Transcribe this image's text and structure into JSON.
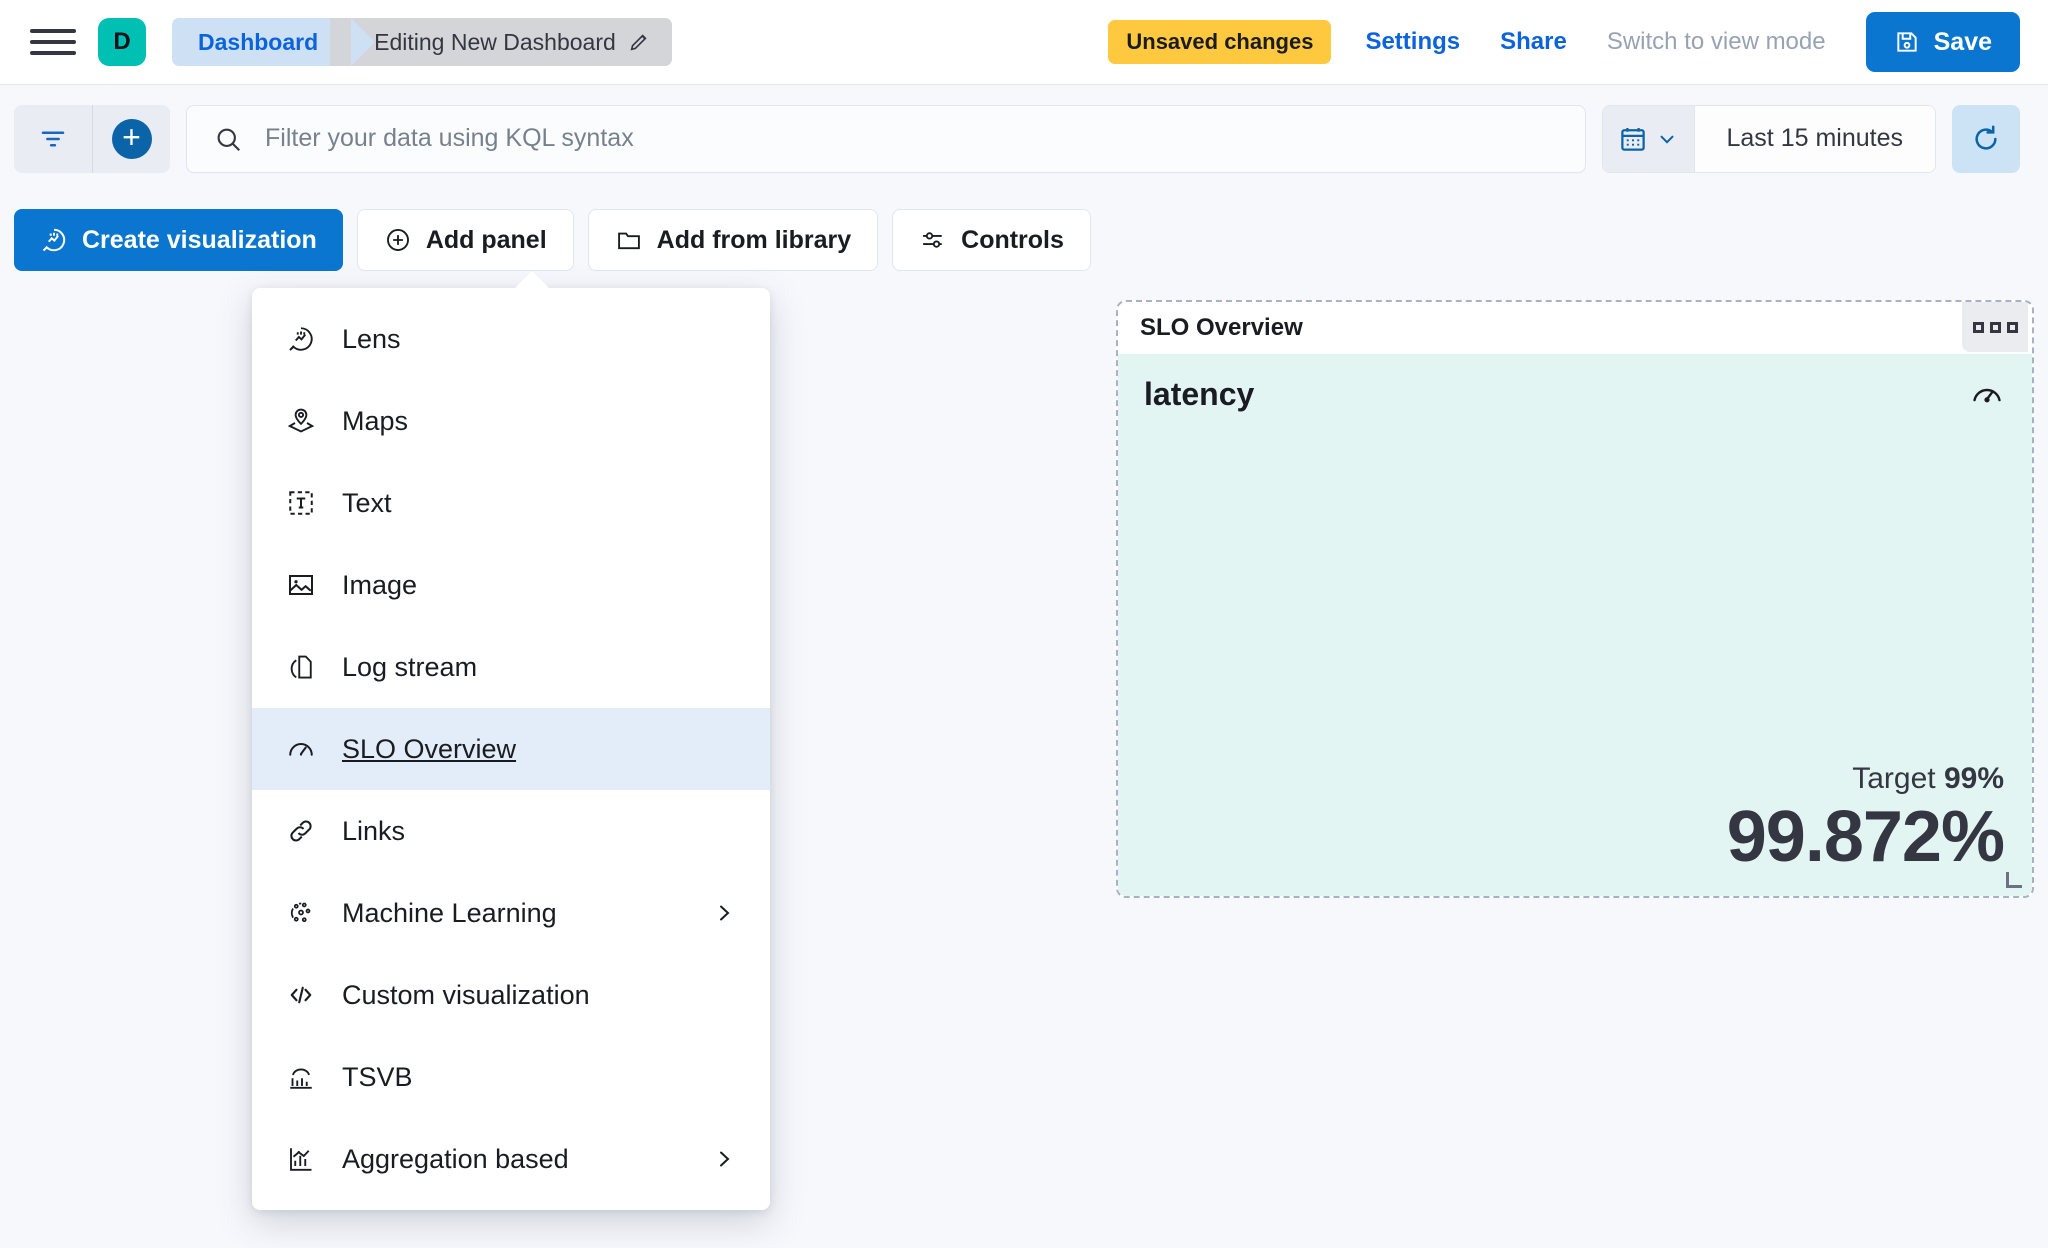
{
  "header": {
    "menu_icon": "hamburger-icon",
    "avatar_initial": "D",
    "avatar_color": "#00BFB3",
    "breadcrumb_app": "Dashboard",
    "breadcrumb_current": "Editing New Dashboard",
    "edit_icon": "pencil-icon",
    "unsaved_badge": "Unsaved changes",
    "unsaved_badge_color": "#FFC93F",
    "settings_link": "Settings",
    "share_link": "Share",
    "view_mode_link": "Switch to view mode",
    "save_label": "Save",
    "save_icon": "save-disk-icon",
    "primary_color": "#0B76D0"
  },
  "query_bar": {
    "filter_icon": "filter-icon",
    "add_filter_icon": "plus-circle-icon",
    "search_icon": "search-icon",
    "search_value": "",
    "search_placeholder": "Filter your data using KQL syntax",
    "calendar_icon": "calendar-icon",
    "calendar_chevron": "chevron-down-icon",
    "time_range": "Last 15 minutes",
    "refresh_icon": "refresh-icon"
  },
  "toolbar": {
    "buttons": [
      {
        "label": "Create visualization",
        "icon": "lens-icon",
        "style": "primary"
      },
      {
        "label": "Add panel",
        "icon": "plus-circle-outline-icon",
        "style": "ghost"
      },
      {
        "label": "Add from library",
        "icon": "folder-icon",
        "style": "ghost"
      },
      {
        "label": "Controls",
        "icon": "controls-icon",
        "style": "ghost"
      }
    ]
  },
  "add_panel_menu": {
    "items": [
      {
        "label": "Lens",
        "icon": "lens-icon",
        "submenu": false,
        "selected": false
      },
      {
        "label": "Maps",
        "icon": "map-pin-layers-icon",
        "submenu": false,
        "selected": false
      },
      {
        "label": "Text",
        "icon": "text-box-icon",
        "submenu": false,
        "selected": false
      },
      {
        "label": "Image",
        "icon": "image-icon",
        "submenu": false,
        "selected": false
      },
      {
        "label": "Log stream",
        "icon": "log-stream-icon",
        "submenu": false,
        "selected": false
      },
      {
        "label": "SLO Overview",
        "icon": "gauge-icon",
        "submenu": false,
        "selected": true
      },
      {
        "label": "Links",
        "icon": "link-icon",
        "submenu": false,
        "selected": false
      },
      {
        "label": "Machine Learning",
        "icon": "machine-learning-icon",
        "submenu": true,
        "selected": false
      },
      {
        "label": "Custom visualization",
        "icon": "code-icon",
        "submenu": false,
        "selected": false
      },
      {
        "label": "TSVB",
        "icon": "tsvb-chart-icon",
        "submenu": false,
        "selected": false
      },
      {
        "label": "Aggregation based",
        "icon": "aggregation-chart-icon",
        "submenu": true,
        "selected": false
      }
    ],
    "selected_highlight_color": "#E3EDF9"
  },
  "slo_panel": {
    "title": "SLO Overview",
    "panel_menu_icon": "grid-menu-icon",
    "slo_name": "latency",
    "gauge_icon": "gauge-icon",
    "target_label": "Target",
    "target_value": "99%",
    "current_value": "99.872%",
    "background_color": "#E3F5F3",
    "border_style": "dashed-selected"
  }
}
